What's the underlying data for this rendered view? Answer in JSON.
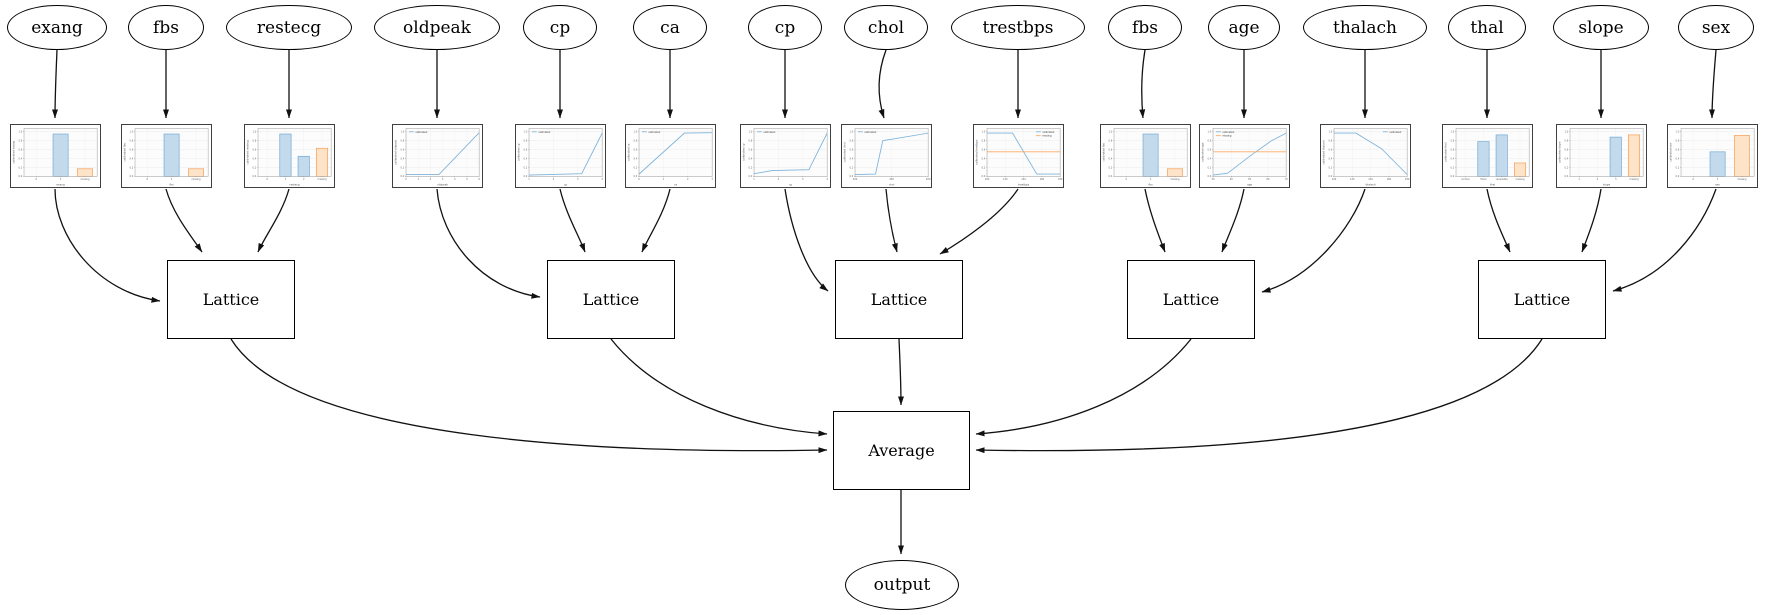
{
  "diagram": {
    "average_label": "Average",
    "output_label": "output",
    "lattices": [
      "Lattice",
      "Lattice",
      "Lattice",
      "Lattice",
      "Lattice"
    ],
    "groups": [
      {
        "features": [
          "exang",
          "fbs",
          "restecg"
        ]
      },
      {
        "features": [
          "oldpeak",
          "cp",
          "ca"
        ]
      },
      {
        "features": [
          "cp",
          "chol",
          "trestbps"
        ]
      },
      {
        "features": [
          "fbs",
          "age",
          "thalach"
        ]
      },
      {
        "features": [
          "thal",
          "slope",
          "sex"
        ]
      }
    ],
    "features": [
      {
        "name": "exang",
        "chart": {
          "type": "bar",
          "ylabel": "calibrated exang",
          "xlabel": "exang",
          "x_ticks": [
            "0",
            "1",
            "missing"
          ],
          "y_ticks": [
            "0.0",
            "0.2",
            "0.4",
            "0.6",
            "0.8",
            "1.0"
          ],
          "bars": [
            {
              "cat": 1,
              "color": "blue",
              "value": 0.95
            },
            {
              "cat": 2,
              "color": "orange",
              "value": 0.17
            }
          ]
        }
      },
      {
        "name": "fbs",
        "chart": {
          "type": "bar",
          "ylabel": "calibrated fbs",
          "xlabel": "fbs",
          "x_ticks": [
            "0",
            "1",
            "missing"
          ],
          "y_ticks": [
            "0.0",
            "0.2",
            "0.4",
            "0.6",
            "0.8",
            "1.0"
          ],
          "bars": [
            {
              "cat": 1,
              "color": "blue",
              "value": 0.95
            },
            {
              "cat": 2,
              "color": "orange",
              "value": 0.17
            }
          ]
        }
      },
      {
        "name": "restecg",
        "chart": {
          "type": "bar",
          "ylabel": "calibrated restecg",
          "xlabel": "restecg",
          "x_ticks": [
            "0",
            "1",
            "2",
            "missing"
          ],
          "y_ticks": [
            "0.0",
            "0.2",
            "0.4",
            "0.6",
            "0.8",
            "1.0"
          ],
          "bars": [
            {
              "cat": 1,
              "color": "blue",
              "value": 0.95
            },
            {
              "cat": 2,
              "color": "blue",
              "value": 0.45
            },
            {
              "cat": 3,
              "color": "orange",
              "value": 0.63
            }
          ]
        }
      },
      {
        "name": "oldpeak",
        "chart": {
          "type": "line",
          "ylabel": "calibrated oldpeak",
          "xlabel": "oldpeak",
          "x_ticks": [
            "0",
            "1",
            "2",
            "3",
            "4",
            "5",
            "6"
          ],
          "y_ticks": [
            "0.0",
            "0.2",
            "0.4",
            "0.6",
            "0.8",
            "1.0"
          ],
          "series": [
            {
              "name": "calibrated",
              "color": "blue",
              "points": [
                [
                  0,
                  0.04
                ],
                [
                  0.45,
                  0.04
                ],
                [
                  1,
                  0.98
                ]
              ]
            }
          ],
          "legend": [
            {
              "label": "calibrated",
              "color": "blue"
            }
          ],
          "legend_pos": "tl"
        }
      },
      {
        "name": "cp",
        "chart": {
          "type": "line",
          "ylabel": "calibrated cp",
          "xlabel": "cp",
          "x_ticks": [
            "1",
            "2",
            "3",
            "4"
          ],
          "y_ticks": [
            "0.0",
            "0.2",
            "0.4",
            "0.6",
            "0.8",
            "1.0"
          ],
          "series": [
            {
              "name": "calibrated",
              "color": "blue",
              "points": [
                [
                  0,
                  0.03
                ],
                [
                  0.72,
                  0.06
                ],
                [
                  1,
                  0.97
                ]
              ]
            }
          ],
          "legend": [
            {
              "label": "calibrated",
              "color": "blue"
            }
          ],
          "legend_pos": "tl"
        }
      },
      {
        "name": "ca",
        "chart": {
          "type": "line",
          "ylabel": "calibrated ca",
          "xlabel": "ca",
          "x_ticks": [
            "0",
            "1",
            "2",
            "3"
          ],
          "y_ticks": [
            "0.0",
            "0.2",
            "0.4",
            "0.6",
            "0.8",
            "1.0"
          ],
          "series": [
            {
              "name": "calibrated",
              "color": "blue",
              "points": [
                [
                  0,
                  0.05
                ],
                [
                  0.62,
                  0.97
                ],
                [
                  1,
                  0.98
                ]
              ]
            }
          ],
          "legend": [
            {
              "label": "calibrated",
              "color": "blue"
            }
          ],
          "legend_pos": "tl"
        }
      },
      {
        "name": "cp",
        "chart": {
          "type": "line",
          "ylabel": "calibrated cp",
          "xlabel": "cp",
          "x_ticks": [
            "1",
            "2",
            "3",
            "4"
          ],
          "y_ticks": [
            "0.0",
            "0.2",
            "0.4",
            "0.6",
            "0.8",
            "1.0"
          ],
          "series": [
            {
              "name": "calibrated",
              "color": "blue",
              "points": [
                [
                  0,
                  0.06
                ],
                [
                  0.25,
                  0.13
                ],
                [
                  0.75,
                  0.15
                ],
                [
                  1,
                  0.97
                ]
              ]
            }
          ],
          "legend": [
            {
              "label": "calibrated",
              "color": "blue"
            }
          ],
          "legend_pos": "tl"
        }
      },
      {
        "name": "chol",
        "chart": {
          "type": "line",
          "ylabel": "calibrated chol",
          "xlabel": "chol",
          "x_ticks": [
            "200",
            "300",
            "400"
          ],
          "y_ticks": [
            "0.0",
            "0.2",
            "0.4",
            "0.6",
            "0.8",
            "1.0"
          ],
          "series": [
            {
              "name": "calibrated",
              "color": "blue",
              "points": [
                [
                  0,
                  0.04
                ],
                [
                  0.28,
                  0.05
                ],
                [
                  0.38,
                  0.8
                ],
                [
                  1,
                  0.97
                ]
              ]
            }
          ],
          "legend": [
            {
              "label": "calibrated",
              "color": "blue"
            }
          ],
          "legend_pos": "tl"
        }
      },
      {
        "name": "trestbps",
        "chart": {
          "type": "line",
          "ylabel": "calibrated trestbps",
          "xlabel": "trestbps",
          "x_ticks": [
            "100",
            "120",
            "140",
            "160",
            "180"
          ],
          "y_ticks": [
            "0.0",
            "0.2",
            "0.4",
            "0.6",
            "0.8",
            "1.0"
          ],
          "series": [
            {
              "name": "calibrated",
              "color": "blue",
              "points": [
                [
                  0,
                  0.97
                ],
                [
                  0.35,
                  0.97
                ],
                [
                  0.68,
                  0.05
                ],
                [
                  1,
                  0.05
                ]
              ]
            },
            {
              "name": "missing",
              "color": "orange",
              "points": [
                [
                  0,
                  0.55
                ],
                [
                  1,
                  0.55
                ]
              ]
            }
          ],
          "legend": [
            {
              "label": "calibrated",
              "color": "blue"
            },
            {
              "label": "missing",
              "color": "orange"
            }
          ],
          "legend_pos": "tr"
        }
      },
      {
        "name": "fbs",
        "chart": {
          "type": "bar",
          "ylabel": "calibrated fbs",
          "xlabel": "fbs",
          "x_ticks": [
            "0",
            "1",
            "missing"
          ],
          "y_ticks": [
            "0.0",
            "0.2",
            "0.4",
            "0.6",
            "0.8",
            "1.0"
          ],
          "bars": [
            {
              "cat": 1,
              "color": "blue",
              "value": 0.95
            },
            {
              "cat": 2,
              "color": "orange",
              "value": 0.17
            }
          ]
        }
      },
      {
        "name": "age",
        "chart": {
          "type": "line",
          "ylabel": "calibrated age",
          "xlabel": "age",
          "x_ticks": [
            "30",
            "40",
            "50",
            "60",
            "70"
          ],
          "y_ticks": [
            "0.0",
            "0.2",
            "0.4",
            "0.6",
            "0.8",
            "1.0"
          ],
          "series": [
            {
              "name": "calibrated",
              "color": "blue",
              "points": [
                [
                  0,
                  0.03
                ],
                [
                  0.2,
                  0.07
                ],
                [
                  0.5,
                  0.45
                ],
                [
                  0.8,
                  0.8
                ],
                [
                  1,
                  0.97
                ]
              ]
            },
            {
              "name": "missing",
              "color": "orange",
              "points": [
                [
                  0,
                  0.55
                ],
                [
                  1,
                  0.55
                ]
              ]
            }
          ],
          "legend": [
            {
              "label": "calibrated",
              "color": "blue"
            },
            {
              "label": "missing",
              "color": "orange"
            }
          ],
          "legend_pos": "tl"
        }
      },
      {
        "name": "thalach",
        "chart": {
          "type": "line",
          "ylabel": "calibrated thalach",
          "xlabel": "thalach",
          "x_ticks": [
            "100",
            "120",
            "140",
            "160",
            "180"
          ],
          "y_ticks": [
            "0.0",
            "0.2",
            "0.4",
            "0.6",
            "0.8",
            "1.0"
          ],
          "series": [
            {
              "name": "calibrated",
              "color": "blue",
              "points": [
                [
                  0,
                  0.97
                ],
                [
                  0.3,
                  0.97
                ],
                [
                  0.55,
                  0.72
                ],
                [
                  0.65,
                  0.62
                ],
                [
                  1,
                  0.04
                ]
              ]
            }
          ],
          "legend": [
            {
              "label": "calibrated",
              "color": "blue"
            }
          ],
          "legend_pos": "tr"
        }
      },
      {
        "name": "thal",
        "chart": {
          "type": "bar",
          "ylabel": "calibrated thal",
          "xlabel": "thal",
          "x_ticks": [
            "normal",
            "fixed",
            "reversible",
            "missing"
          ],
          "y_ticks": [
            "0.0",
            "0.2",
            "0.4",
            "0.6",
            "0.8",
            "1.0"
          ],
          "bars": [
            {
              "cat": 1,
              "color": "blue",
              "value": 0.78
            },
            {
              "cat": 2,
              "color": "blue",
              "value": 0.93
            },
            {
              "cat": 3,
              "color": "orange",
              "value": 0.3
            }
          ]
        }
      },
      {
        "name": "slope",
        "chart": {
          "type": "bar",
          "ylabel": "calibrated slope",
          "xlabel": "slope",
          "x_ticks": [
            "1",
            "2",
            "3",
            "missing"
          ],
          "y_ticks": [
            "0.0",
            "0.2",
            "0.4",
            "0.6",
            "0.8",
            "1.0"
          ],
          "bars": [
            {
              "cat": 2,
              "color": "blue",
              "value": 0.88
            },
            {
              "cat": 3,
              "color": "orange",
              "value": 0.93
            }
          ]
        }
      },
      {
        "name": "sex",
        "chart": {
          "type": "bar",
          "ylabel": "calibrated sex",
          "xlabel": "sex",
          "x_ticks": [
            "0",
            "1",
            "missing"
          ],
          "y_ticks": [
            "0.0",
            "0.2",
            "0.4",
            "0.6",
            "0.8",
            "1.0"
          ],
          "bars": [
            {
              "cat": 1,
              "color": "blue",
              "value": 0.55
            },
            {
              "cat": 2,
              "color": "orange",
              "value": 0.92
            }
          ]
        }
      }
    ]
  },
  "colors": {
    "edge": "#111111",
    "node_border": "#000000",
    "blue_line": "#7eb4dc",
    "blue_fill": "#c3daed",
    "blue_edge": "#6fa8d2",
    "orange_line": "#fbaa62",
    "orange_fill": "#fde3c8",
    "orange_edge": "#f59e56"
  }
}
